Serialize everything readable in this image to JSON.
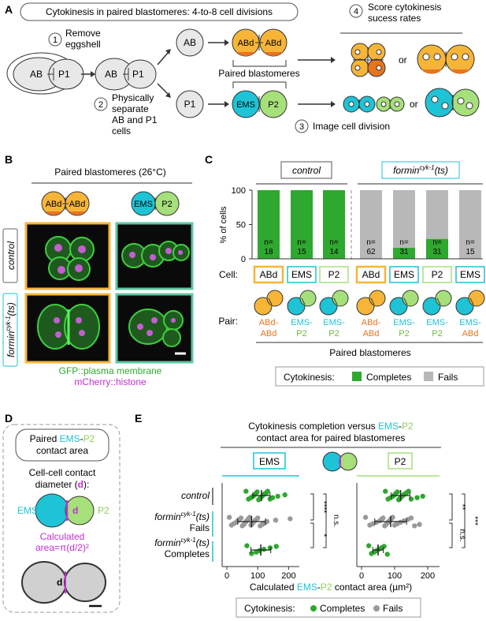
{
  "colors": {
    "orange": "#f7b538",
    "orange_dark": "#e8741e",
    "cyan": "#1ec3d6",
    "green_light": "#a6e07a",
    "green": "#2ea82e",
    "gray": "#b8b8b8",
    "magenta": "#c32fcf",
    "cell_gray": "#e8e8e8"
  },
  "panelA": {
    "label": "A",
    "title": "Cytokinesis in paired blastomeres: 4-to-8 cell divisions",
    "step1_num": "1",
    "step1": "Remove",
    "step1b": "eggshell",
    "step2_num": "2",
    "step2": [
      "Physically",
      "separate",
      "AB and P1",
      "cells"
    ],
    "step3_num": "3",
    "step3": "Image cell division",
    "step4_num": "4",
    "step4": "Score cytokinesis",
    "step4b": "sucess rates",
    "cell_AB": "AB",
    "cell_P1": "P1",
    "cell_ABd": "ABd",
    "cell_EMS": "EMS",
    "cell_P2": "P2",
    "paired": "Paired blastomeres",
    "or": "or"
  },
  "panelB": {
    "label": "B",
    "title": "Paired blastomeres (26°C)",
    "row_control": "control",
    "row_formin": "formin",
    "row_formin_sup": "cyk-1",
    "row_formin_suffix": "(ts)",
    "legend1": "GFP::plasma membrane",
    "legend2": "mCherry::histone",
    "abd_left": "ABd",
    "abd_right": "ABd",
    "ems": "EMS",
    "p2": "P2"
  },
  "panelC": {
    "label": "C",
    "group_control": "control",
    "group_formin": "formin",
    "group_formin_sup": "cyk-1",
    "group_formin_suffix": "(ts)",
    "ylabel": "% of cells",
    "yticks": [
      "0",
      "50",
      "100"
    ],
    "cell_label": "Cell:",
    "pair_label": "Pair:",
    "footer": "Paired blastomeres",
    "legend_title": "Cytokinesis:",
    "legend_completes": "Completes",
    "legend_fails": "Fails"
  },
  "chart_data": [
    {
      "type": "bar",
      "ylabel": "% of cells",
      "ylim": [
        0,
        100
      ],
      "categories": [
        "ABd",
        "EMS",
        "P2",
        "ABd",
        "EMS",
        "P2",
        "EMS"
      ],
      "pairs": [
        [
          "ABd",
          "ABd"
        ],
        [
          "EMS",
          "P2"
        ],
        [
          "EMS",
          "P2"
        ],
        [
          "ABd",
          "ABd"
        ],
        [
          "EMS",
          "P2"
        ],
        [
          "EMS",
          "P2"
        ],
        [
          "EMS",
          "ABd"
        ]
      ],
      "groups": [
        "control",
        "control",
        "control",
        "formin",
        "formin",
        "formin",
        "formin"
      ],
      "n": [
        "18",
        "15",
        "14",
        "62",
        "31",
        "31",
        "15"
      ],
      "series": [
        {
          "name": "Completes",
          "values": [
            100,
            100,
            100,
            0,
            16,
            29,
            0
          ]
        },
        {
          "name": "Fails",
          "values": [
            0,
            0,
            0,
            100,
            84,
            71,
            100
          ]
        }
      ]
    },
    {
      "type": "scatter",
      "title": "Cytokinesis completion versus EMS-P2 contact area for paired blastomeres",
      "xlabel": "Calculated EMS-P2 contact area (µm²)",
      "xlim": [
        0,
        250
      ],
      "xticks": [
        "0",
        "100",
        "200"
      ],
      "panels": [
        "EMS",
        "P2"
      ],
      "rows": [
        "control",
        "formin Fails",
        "formin Completes"
      ],
      "series": [
        {
          "name": "Completes",
          "panel": "EMS",
          "row": "control",
          "values": [
            62,
            70,
            78,
            85,
            90,
            94,
            98,
            103,
            107,
            112,
            116,
            121,
            128,
            132,
            140,
            148,
            165,
            188
          ],
          "mean": 112,
          "sd": 28
        },
        {
          "name": "Fails",
          "panel": "EMS",
          "row": "formin Fails",
          "values": [
            8,
            15,
            22,
            30,
            35,
            40,
            46,
            50,
            55,
            58,
            62,
            66,
            70,
            74,
            78,
            82,
            86,
            90,
            95,
            100,
            108,
            115,
            122,
            130,
            158,
            205
          ],
          "mean": 80,
          "sd": 45
        },
        {
          "name": "Completes",
          "panel": "EMS",
          "row": "formin Completes",
          "values": [
            65,
            80,
            95,
            105,
            120,
            140,
            160
          ],
          "mean": 110,
          "sd": 32
        },
        {
          "name": "Completes",
          "panel": "P2",
          "row": "control",
          "values": [
            72,
            80,
            88,
            95,
            100,
            104,
            108,
            112,
            116,
            120,
            125,
            130,
            136,
            142,
            150,
            168,
            185
          ],
          "mean": 118,
          "sd": 28
        },
        {
          "name": "Fails",
          "panel": "P2",
          "row": "formin Fails",
          "values": [
            12,
            25,
            35,
            45,
            55,
            60,
            65,
            70,
            74,
            78,
            82,
            86,
            90,
            94,
            100,
            108,
            118,
            128,
            140,
            150,
            160,
            175
          ],
          "mean": 88,
          "sd": 48
        },
        {
          "name": "Completes",
          "panel": "P2",
          "row": "formin Completes",
          "values": [
            22,
            30,
            38,
            45,
            52,
            60,
            68,
            78
          ],
          "mean": 50,
          "sd": 16
        }
      ],
      "stats_EMS": [
        "****",
        "n.s.",
        "*"
      ],
      "stats_P2": [
        "**",
        "***",
        "n.s."
      ]
    }
  ],
  "panelD": {
    "label": "D",
    "box_title1": "Paired ",
    "box_ems": "EMS",
    "box_dash": "-",
    "box_p2": "P2",
    "box_title2": "contact area",
    "diam1": "Cell-cell contact",
    "diam2": "diameter (",
    "diam_d": "d",
    "diam3": "):",
    "ems": "EMS",
    "p2": "P2",
    "d": "d",
    "calc1": "Calculated",
    "calc2": "area=π(d/2)²"
  },
  "panelE": {
    "label": "E",
    "title1": "Cytokinesis completion versus ",
    "title_ems": "EMS",
    "title_dash": "-",
    "title_p2": "P2",
    "title2": "contact area for paired blastomeres",
    "row_control": "control",
    "row_formin": "formin",
    "row_sup": "cyk-1",
    "row_ts": "(ts)",
    "row_fails": "Fails",
    "row_completes": "Completes",
    "xlabel1": "Calculated ",
    "xlabel_ems": "EMS",
    "xlabel_dash": "-",
    "xlabel_p2": "P2",
    "xlabel2": " contact area (µm²)",
    "xticks": [
      "0",
      "100",
      "200"
    ],
    "legend_title": "Cytokinesis:",
    "legend_completes": "Completes",
    "legend_fails": "Fails",
    "panel_ems": "EMS",
    "panel_p2": "P2"
  }
}
